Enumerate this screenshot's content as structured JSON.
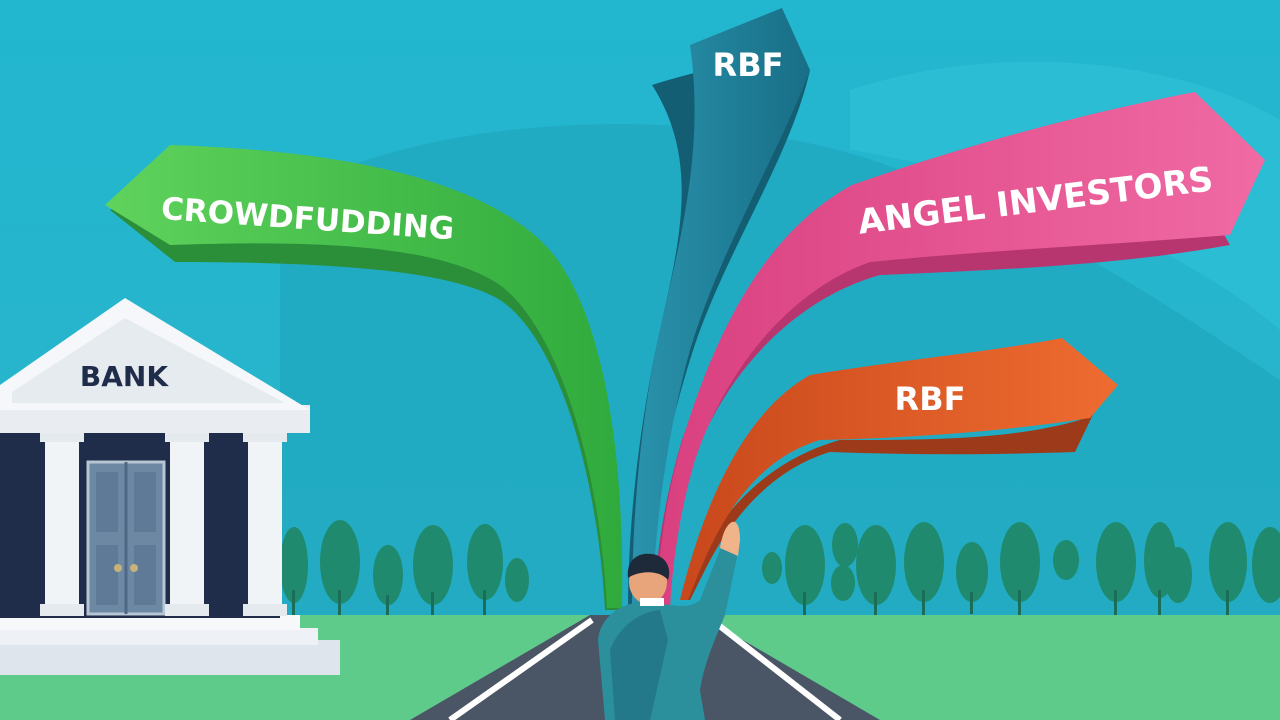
{
  "signs": {
    "crowdfunding": "CROWDFUDDING",
    "rbf_top": "RBF",
    "angel": "ANGEL INVESTORS",
    "rbf_lower": "RBF"
  },
  "bank": {
    "label": "BANK"
  },
  "colors": {
    "sky": "#26b8cf",
    "grass": "#5ecb8a",
    "road": "#4a5566",
    "crowdfunding_sign": "#3fbf4e",
    "rbf_top_sign": "#1e7f9a",
    "angel_sign": "#e24f92",
    "rbf_lower_sign": "#e0602a",
    "bank_dark": "#1f2d4a"
  }
}
